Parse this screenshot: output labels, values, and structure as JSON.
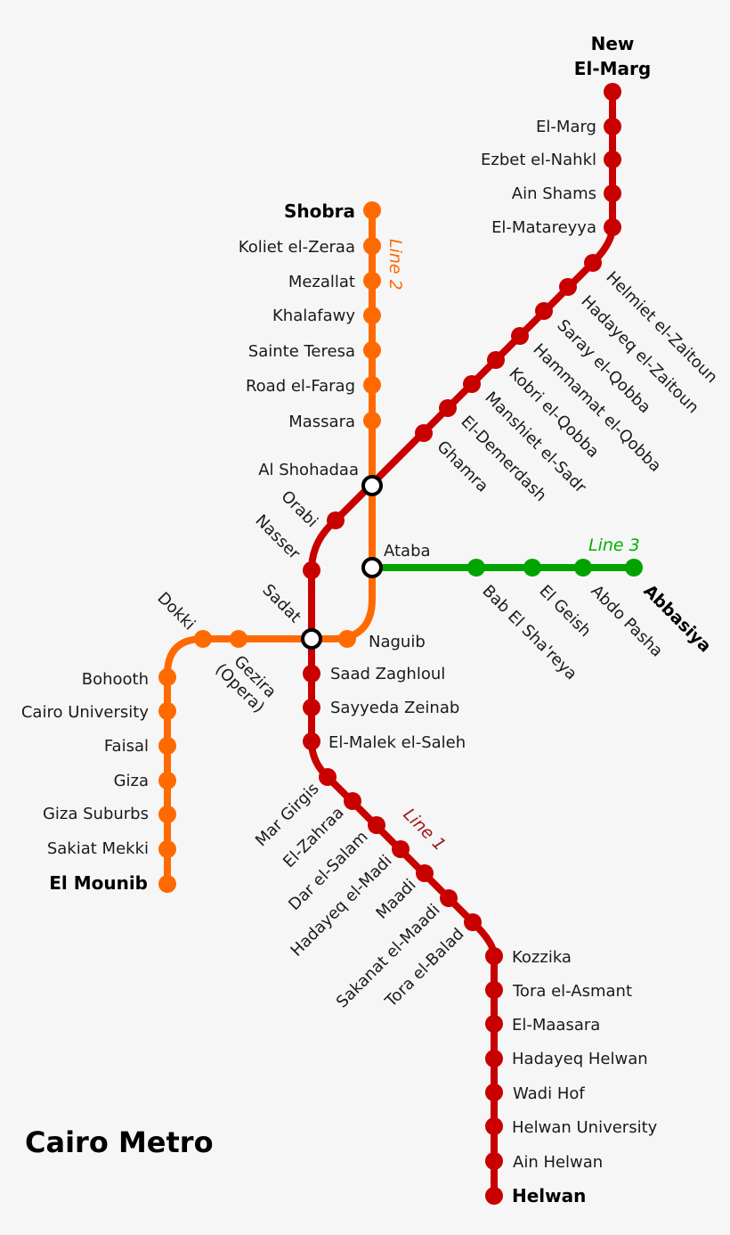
{
  "title": "Cairo Metro",
  "colors": {
    "line1": "#c80000",
    "line2": "#ff6a00",
    "line3": "#00a300",
    "background": "#f6f6f6",
    "interchange_fill": "#ffffff",
    "interchange_stroke": "#000000"
  },
  "lines": [
    {
      "id": "line1",
      "label": "Line 1",
      "color": "#c80000",
      "termini": [
        "New El-Marg",
        "Helwan"
      ],
      "stations": [
        "New El-Marg",
        "El-Marg",
        "Ezbet el-Nahkl",
        "Ain Shams",
        "El-Matareyya",
        "Helmiet el-Zaitoun",
        "Hadayeq el-Zaitoun",
        "Saray el-Qobba",
        "Hammamat el-Qobba",
        "Kobri el-Qobba",
        "Manshiet el-Sadr",
        "El-Demerdash",
        "Ghamra",
        "Al Shohadaa",
        "Orabi",
        "Nasser",
        "Sadat",
        "Saad Zaghloul",
        "Sayyeda Zeinab",
        "El-Malek el-Saleh",
        "Mar Girgis",
        "El-Zahraa",
        "Dar el-Salam",
        "Hadayeq el-Madi",
        "Maadi",
        "Sakanat el-Maadi",
        "Tora el-Balad",
        "Kozzika",
        "Tora el-Asmant",
        "El-Maasara",
        "Hadayeq Helwan",
        "Wadi Hof",
        "Helwan University",
        "Ain Helwan",
        "Helwan"
      ]
    },
    {
      "id": "line2",
      "label": "Line 2",
      "color": "#ff6a00",
      "termini": [
        "Shobra",
        "El Mounib"
      ],
      "stations": [
        "Shobra",
        "Koliet el-Zeraa",
        "Mezallat",
        "Khalafawy",
        "Sainte Teresa",
        "Road el-Farag",
        "Massara",
        "Al Shohadaa",
        "Ataba",
        "Naguib",
        "Sadat",
        "Gezira (Opera)",
        "Dokki",
        "Bohooth",
        "Cairo University",
        "Faisal",
        "Giza",
        "Giza Suburbs",
        "Sakiat Mekki",
        "El Mounib"
      ]
    },
    {
      "id": "line3",
      "label": "Line 3",
      "color": "#00a300",
      "termini": [
        "Ataba",
        "Abbasiya"
      ],
      "stations": [
        "Ataba",
        "Bab El Sha'reya",
        "El Geish",
        "Abdo Pasha",
        "Abbasiya"
      ]
    }
  ],
  "interchanges": [
    "Al Shohadaa",
    "Ataba",
    "Sadat"
  ],
  "labels": {
    "l1_new_el_marg_1": "New",
    "l1_new_el_marg_2": "El-Marg",
    "l1_el_marg": "El-Marg",
    "l1_ezbet": "Ezbet el-Nahkl",
    "l1_ain_shams": "Ain Shams",
    "l1_matareyya": "El-Matareyya",
    "l1_helmiet": "Helmiet el-Zaitoun",
    "l1_hadayeq_zaitoun": "Hadayeq el-Zaitoun",
    "l1_saray": "Saray el-Qobba",
    "l1_hammamat": "Hammamat el-Qobba",
    "l1_kobri": "Kobri el-Qobba",
    "l1_manshiet": "Manshiet el-Sadr",
    "l1_demerdash": "El-Demerdash",
    "l1_ghamra": "Ghamra",
    "x_shohadaa": "Al Shohadaa",
    "l1_orabi": "Orabi",
    "l1_nasser": "Nasser",
    "x_sadat": "Sadat",
    "l1_saad": "Saad Zaghloul",
    "l1_sayyeda": "Sayyeda Zeinab",
    "l1_malek": "El-Malek el-Saleh",
    "l1_mar_girgis": "Mar Girgis",
    "l1_zahraa": "El-Zahraa",
    "l1_dar_salam": "Dar el-Salam",
    "l1_hadayeq_madi": "Hadayeq el-Madi",
    "l1_maadi": "Maadi",
    "l1_sakanat": "Sakanat el-Maadi",
    "l1_tora_balad": "Tora el-Balad",
    "l1_kozzika": "Kozzika",
    "l1_tora_asmant": "Tora el-Asmant",
    "l1_maasara": "El-Maasara",
    "l1_hadayeq_helwan": "Hadayeq Helwan",
    "l1_wadi_hof": "Wadi Hof",
    "l1_helwan_univ": "Helwan University",
    "l1_ain_helwan": "Ain Helwan",
    "l1_helwan": "Helwan",
    "l2_shobra": "Shobra",
    "l2_koliet": "Koliet el-Zeraa",
    "l2_mezallat": "Mezallat",
    "l2_khalafawy": "Khalafawy",
    "l2_sainte": "Sainte Teresa",
    "l2_road": "Road el-Farag",
    "l2_massara": "Massara",
    "x_ataba": "Ataba",
    "l2_naguib": "Naguib",
    "l2_gezira_1": "Gezira",
    "l2_gezira_2": "(Opera)",
    "l2_dokki": "Dokki",
    "l2_bohooth": "Bohooth",
    "l2_cairo_univ": "Cairo University",
    "l2_faisal": "Faisal",
    "l2_giza": "Giza",
    "l2_giza_suburbs": "Giza Suburbs",
    "l2_sakiat": "Sakiat Mekki",
    "l2_mounib": "El Mounib",
    "l3_bab": "Bab El Sha'reya",
    "l3_geish": "El Geish",
    "l3_abdo": "Abdo Pasha",
    "l3_abbasiya": "Abbasiya",
    "line1_label": "Line 1",
    "line2_label": "Line 2",
    "line3_label": "Line 3"
  }
}
